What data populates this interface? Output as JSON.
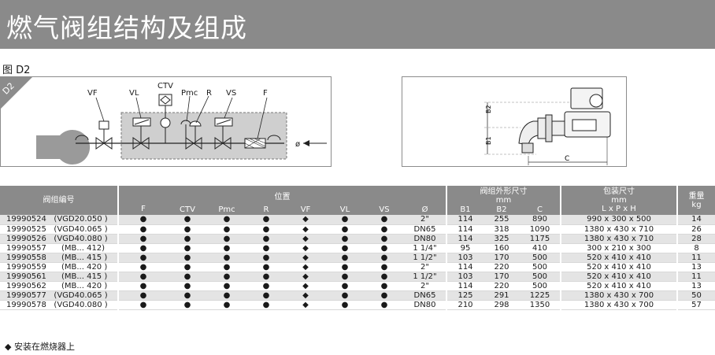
{
  "title": "燃气阀组结构及组成",
  "figure_caption": "图 D2",
  "diagram": {
    "corner_label": "D2",
    "labels": {
      "vf": "VF",
      "vl": "VL",
      "ctv": "CTV",
      "pmc": "Pmc",
      "r": "R",
      "vs": "VS",
      "f": "F",
      "o": "ø"
    }
  },
  "dimensions_drawing": {
    "b1": "B1",
    "b2": "B2",
    "c": "C"
  },
  "table": {
    "headers": {
      "code": "阀组编号",
      "position": "位置",
      "dims": "阀组外形尺寸",
      "dims_unit": "mm",
      "pack": "包装尺寸",
      "pack_unit": "mm",
      "pack_dims": "L x P x H",
      "weight": "重量",
      "weight_unit": "kg",
      "cols": [
        "F",
        "CTV",
        "Pmc",
        "R",
        "VF",
        "VL",
        "VS",
        "Ø"
      ],
      "dim_cols": [
        "B1",
        "B2",
        "C"
      ]
    },
    "rows": [
      {
        "code": "19990524   (VGD20.050 )",
        "marks": [
          "●",
          "●",
          "●",
          "●",
          "◆",
          "●",
          "●"
        ],
        "d": "2\"",
        "b1": "114",
        "b2": "255",
        "c": "890",
        "pack": "990 x 300 x 500",
        "w": "14"
      },
      {
        "code": "19990525   (VGD40.065 )",
        "marks": [
          "●",
          "●",
          "●",
          "●",
          "◆",
          "●",
          "●"
        ],
        "d": "DN65",
        "b1": "114",
        "b2": "318",
        "c": "1090",
        "pack": "1380 x 430 x 710",
        "w": "26"
      },
      {
        "code": "19990526   (VGD40.080 )",
        "marks": [
          "●",
          "●",
          "●",
          "●",
          "◆",
          "●",
          "●"
        ],
        "d": "DN80",
        "b1": "114",
        "b2": "325",
        "c": "1175",
        "pack": "1380 x 430 x 710",
        "w": "28"
      },
      {
        "code": "19990557      (MB... 412)",
        "marks": [
          "●",
          "●",
          "●",
          "●",
          "◆",
          "●",
          "●"
        ],
        "d": "1 1/4\"",
        "b1": "95",
        "b2": "160",
        "c": "410",
        "pack": "300 x 210 x 300",
        "w": "8"
      },
      {
        "code": "19990558      (MB... 415 )",
        "marks": [
          "●",
          "●",
          "●",
          "●",
          "◆",
          "●",
          "●"
        ],
        "d": "1 1/2\"",
        "b1": "103",
        "b2": "170",
        "c": "500",
        "pack": "520 x 410 x 410",
        "w": "11"
      },
      {
        "code": "19990559      (MB... 420 )",
        "marks": [
          "●",
          "●",
          "●",
          "●",
          "◆",
          "●",
          "●"
        ],
        "d": "2\"",
        "b1": "114",
        "b2": "220",
        "c": "500",
        "pack": "520 x 410 x 410",
        "w": "13"
      },
      {
        "code": "19990561      (MB... 415 )",
        "marks": [
          "●",
          "●",
          "●",
          "●",
          "◆",
          "●",
          "●"
        ],
        "d": "1 1/2\"",
        "b1": "103",
        "b2": "170",
        "c": "500",
        "pack": "520 x 410 x 410",
        "w": "11"
      },
      {
        "code": "19990562      (MB... 420 )",
        "marks": [
          "●",
          "●",
          "●",
          "●",
          "◆",
          "●",
          "●"
        ],
        "d": "2\"",
        "b1": "114",
        "b2": "220",
        "c": "500",
        "pack": "520 x 410 x 410",
        "w": "13"
      },
      {
        "code": "19990577   (VGD40.065 )",
        "marks": [
          "●",
          "●",
          "●",
          "●",
          "◆",
          "●",
          "●"
        ],
        "d": "DN65",
        "b1": "125",
        "b2": "291",
        "c": "1225",
        "pack": "1380 x 430 x 700",
        "w": "50"
      },
      {
        "code": "19990578   (VGD40.080 )",
        "marks": [
          "●",
          "●",
          "●",
          "●",
          "◆",
          "●",
          "●"
        ],
        "d": "DN80",
        "b1": "210",
        "b2": "298",
        "c": "1350",
        "pack": "1380 x 430 x 700",
        "w": "57"
      }
    ]
  },
  "footnote": "◆  安装在燃烧器上"
}
